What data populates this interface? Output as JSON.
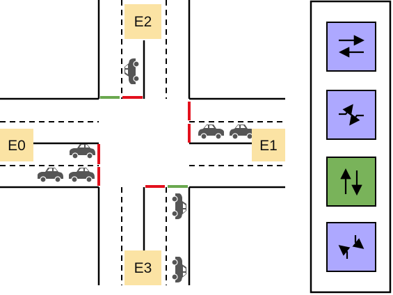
{
  "edges": {
    "E0": "E0",
    "E1": "E1",
    "E2": "E2",
    "E3": "E3"
  },
  "colors": {
    "label_bg": "#fbe3a4",
    "signal_red": "#e3101d",
    "signal_green": "#6aa84f",
    "phase_blue": "#ada8ff",
    "phase_green": "#79b35a",
    "car": "#555555",
    "line": "#000000"
  },
  "signals": {
    "north_left": "green",
    "north_right": "red",
    "east_upper": "red",
    "east_lower": "red",
    "west_upper": "red",
    "west_lower": "red",
    "south_left": "red",
    "south_right": "green"
  },
  "phase_panel": {
    "phases": [
      {
        "icon": "straight-horizontal-arrows-icon",
        "state": "inactive"
      },
      {
        "icon": "left-turn-horizontal-arrows-icon",
        "state": "inactive"
      },
      {
        "icon": "straight-vertical-arrows-icon",
        "state": "active"
      },
      {
        "icon": "left-turn-vertical-arrows-icon",
        "state": "inactive"
      }
    ]
  }
}
